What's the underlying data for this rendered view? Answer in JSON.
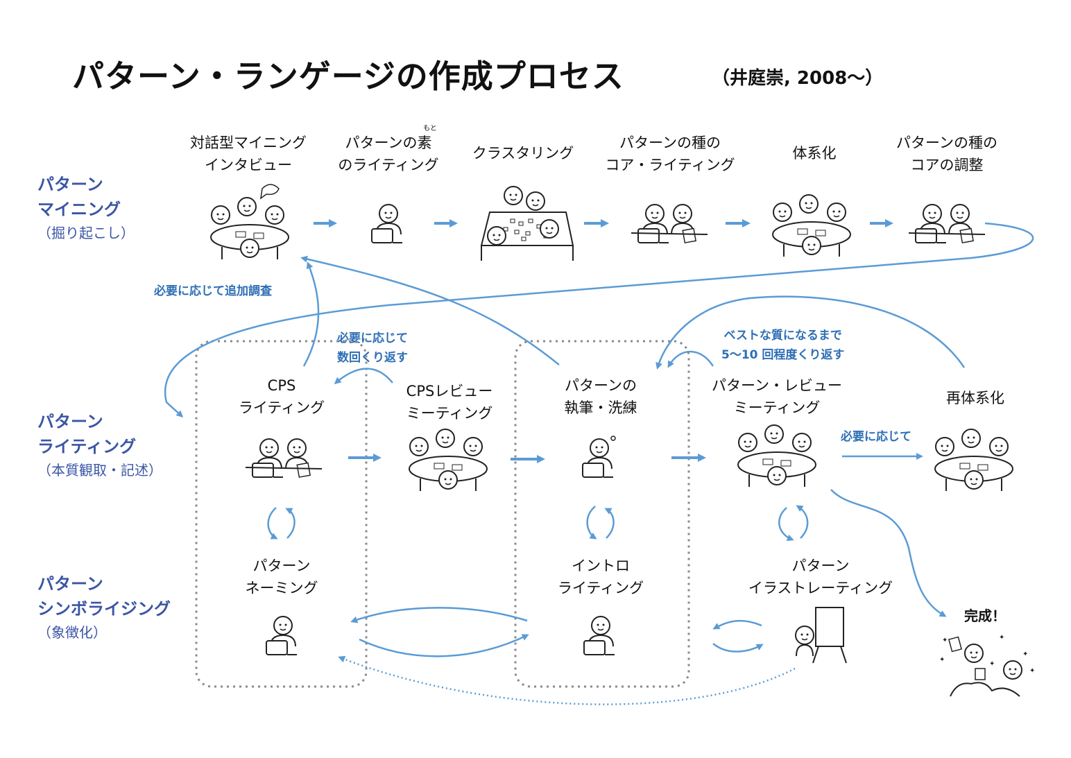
{
  "title": "パターン・ランゲージの作成プロセス",
  "subtitle": "（井庭崇, 2008〜）",
  "rows": [
    {
      "label_1": "パターン",
      "label_2": "マイニング",
      "sub": "（掘り起こし）"
    },
    {
      "label_1": "パターン",
      "label_2": "ライティング",
      "sub": "（本質観取・記述）"
    },
    {
      "label_1": "パターン",
      "label_2": "シンボライジング",
      "sub": "（象徴化）"
    }
  ],
  "mining_steps": [
    {
      "line1": "対話型マイニング",
      "line2": "インタビュー"
    },
    {
      "line1": "パターンの素",
      "line2": "のライティング",
      "ruby": "もと"
    },
    {
      "line1": "クラスタリング",
      "line2": ""
    },
    {
      "line1": "パターンの種の",
      "line2": "コア・ライティング"
    },
    {
      "line1": "体系化",
      "line2": ""
    },
    {
      "line1": "パターンの種の",
      "line2": "コアの調整"
    }
  ],
  "writing_steps": [
    {
      "line1": "CPS",
      "line2": "ライティング"
    },
    {
      "line1": "CPSレビュー",
      "line2": "ミーティング"
    },
    {
      "line1": "パターンの",
      "line2": "執筆・洗練"
    },
    {
      "line1": "パターン・レビュー",
      "line2": "ミーティング"
    },
    {
      "line1": "再体系化",
      "line2": ""
    }
  ],
  "symbol_steps": [
    {
      "line1": "パターン",
      "line2": "ネーミング"
    },
    {
      "line1": "イントロ",
      "line2": "ライティング"
    },
    {
      "line1": "パターン",
      "line2": "イラストレーティング"
    }
  ],
  "notes": {
    "additional_research": "必要に応じて追加調査",
    "repeat_1": "必要に応じて",
    "repeat_2": "数回くり返す",
    "best_1": "ベストな質になるまで",
    "best_2": "5〜10 回程度くり返す",
    "as_needed": "必要に応じて"
  },
  "done": "完成！",
  "colors": {
    "arrow": "#5b9bd5",
    "row_label": "#3a55a4",
    "note": "#2e6fb5",
    "dotted_box": "#8a8a8a"
  },
  "icons": [
    "people-table-icon",
    "person-laptop-icon",
    "people-sticky-notes-icon",
    "pair-writing-icon",
    "group-review-icon",
    "person-thinking-icon",
    "person-easel-icon",
    "celebration-icon"
  ]
}
